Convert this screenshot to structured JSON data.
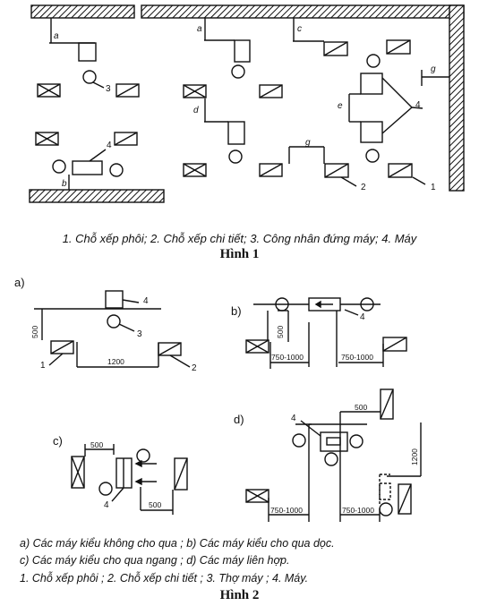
{
  "figure1": {
    "caption": "1. Chỗ xếp phôi; 2. Chỗ xếp chi tiết; 3. Công nhân đứng máy; 4. Máy",
    "title": "Hình 1",
    "dims": {
      "a1": "a",
      "a2": "a",
      "c": "c",
      "d": "d",
      "e": "e",
      "g1": "g",
      "g2": "g",
      "b": "b"
    },
    "callouts": {
      "c3": "3",
      "c4a": "4",
      "c4b": "4",
      "c2": "2",
      "c1": "1"
    }
  },
  "figure2": {
    "title": "Hình 2",
    "sub_labels": {
      "a": "a)",
      "b": "b)",
      "c": "c)",
      "d": "d)"
    },
    "dims": {
      "a_500": "500",
      "a_1200": "1200",
      "b_500": "500",
      "b_750a": "750-1000",
      "b_750b": "750-1000",
      "c_500a": "500",
      "c_500b": "500",
      "d_500": "500",
      "d_1200": "1200",
      "d_750a": "750-1000",
      "d_750b": "750-1000"
    },
    "callouts": {
      "a4": "4",
      "a3": "3",
      "a1": "1",
      "a2": "2",
      "b4": "4",
      "c4": "4",
      "d4": "4"
    },
    "legend_line1": "a) Các máy kiểu không cho qua ; b) Các máy kiểu cho qua dọc.",
    "legend_line2": "c) Các máy kiểu cho qua ngang ; d) Các máy liên hợp.",
    "legend_line3": "1. Chỗ xếp phôi ; 2. Chỗ xếp chi tiết ; 3. Thợ máy ; 4. Máy."
  }
}
